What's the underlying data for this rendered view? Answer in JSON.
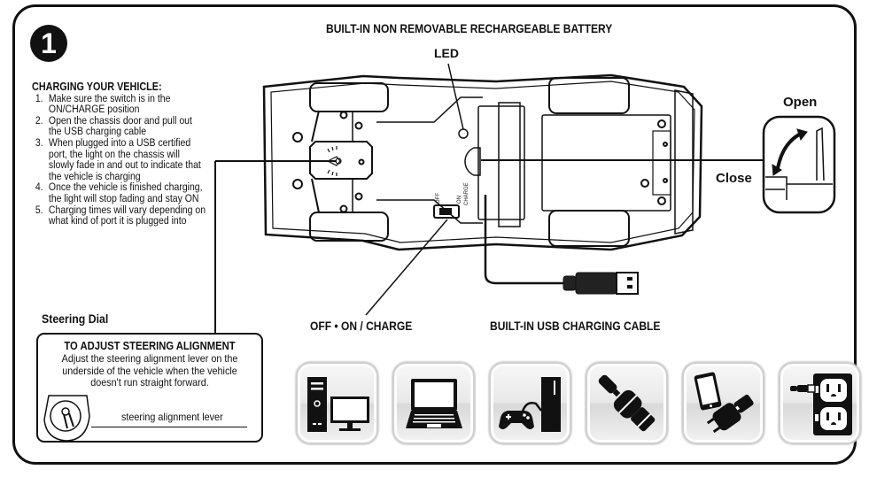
{
  "step_number": "1",
  "header": {
    "battery_title": "BUILT-IN NON REMOVABLE RECHARGEABLE BATTERY",
    "led_label": "LED"
  },
  "charging_instructions": {
    "title": "CHARGING YOUR VEHICLE:",
    "steps": [
      "Make sure the switch is in the ON/CHARGE position",
      "Open the chassis door and pull out the USB charging cable",
      "When plugged into a USB certified port, the light on the chassis will slowly fade in and out to indicate that the vehicle is charging",
      "Once the vehicle is finished charging, the light will stop fading and stay ON",
      "Charging times will vary depending on what kind of port it is plugged into"
    ]
  },
  "door_inset": {
    "open_label": "Open",
    "close_label": "Close"
  },
  "switch": {
    "caption": "OFF • ON / CHARGE",
    "off_text": "OFF",
    "on_text": "ON",
    "charge_text": "CHARGE"
  },
  "cable": {
    "caption": "BUILT-IN USB CHARGING CABLE"
  },
  "steering": {
    "dial_label": "Steering Dial",
    "box_title": "TO ADJUST STEERING ALIGNMENT",
    "box_body": "Adjust the steering alignment lever on the underside of the vehicle when the vehicle doesn't run straight forward.",
    "lever_label": "steering alignment lever"
  },
  "charging_sources": [
    {
      "name": "desktop-computer",
      "icon": "desktop-computer-icon"
    },
    {
      "name": "laptop",
      "icon": "laptop-icon"
    },
    {
      "name": "game-console",
      "icon": "game-console-icon"
    },
    {
      "name": "car-charger",
      "icon": "car-charger-icon"
    },
    {
      "name": "phone-wall-charger",
      "icon": "phone-charger-icon"
    },
    {
      "name": "wall-outlet",
      "icon": "wall-outlet-icon"
    }
  ]
}
